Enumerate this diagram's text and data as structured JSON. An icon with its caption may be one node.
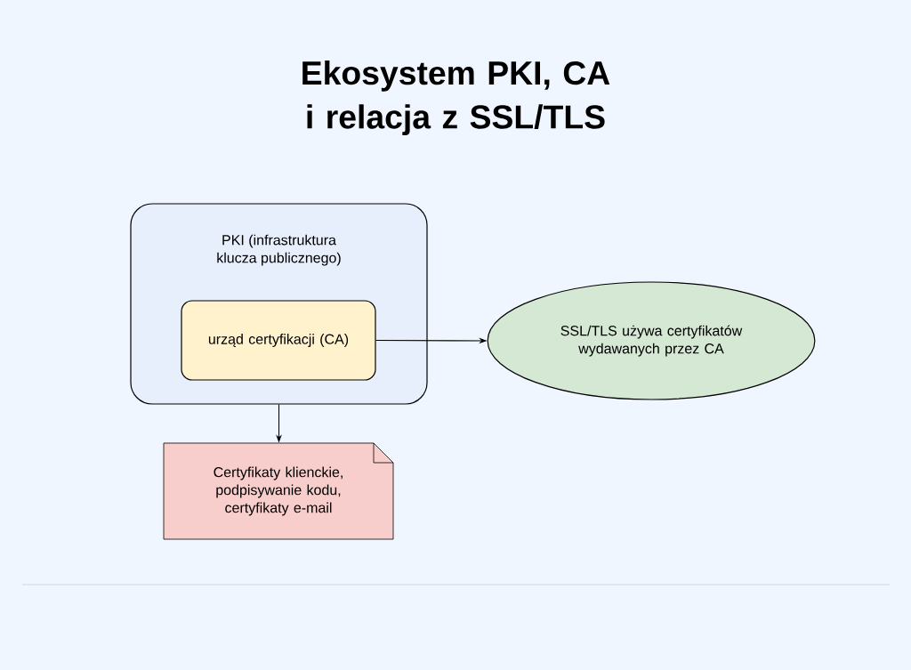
{
  "diagram": {
    "title": "Ekosystem PKI, CA i relacja z SSL/TLS",
    "nodes": [
      {
        "text": [
          "PKI (infrastruktura klucza publicznego)"
        ]
      },
      {
        "text": [
          "urząd certyfikacji (CA)"
        ],
        "in": 0
      },
      {
        "text": [
          "SSL/TLS używa certyfikatów wydawanych przez CA"
        ]
      },
      {
        "text": [
          "Certyfikaty klienckie, podpisywanie kodu, certyfikaty e-mail"
        ]
      }
    ],
    "edges": [
      {
        "from": 1,
        "to": 2,
        "arrow": "to"
      },
      {
        "from": 0,
        "to": 3,
        "arrow": "to"
      }
    ]
  }
}
